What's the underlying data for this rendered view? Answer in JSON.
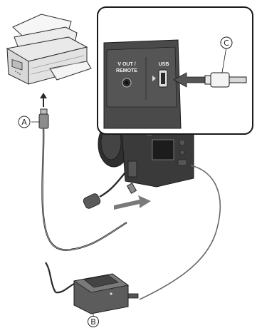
{
  "callouts": {
    "a": "A",
    "b": "B",
    "c": "C"
  },
  "ports": {
    "vout_line1": "V OUT /",
    "vout_line2": "REMOTE",
    "usb": "USB"
  },
  "colors": {
    "outline": "#2a2a2a",
    "camera_body": "#3a3a3a",
    "printer_light": "#e4e4e4",
    "panel_dark": "#444444",
    "arrow_gray": "#7a7a7a"
  }
}
